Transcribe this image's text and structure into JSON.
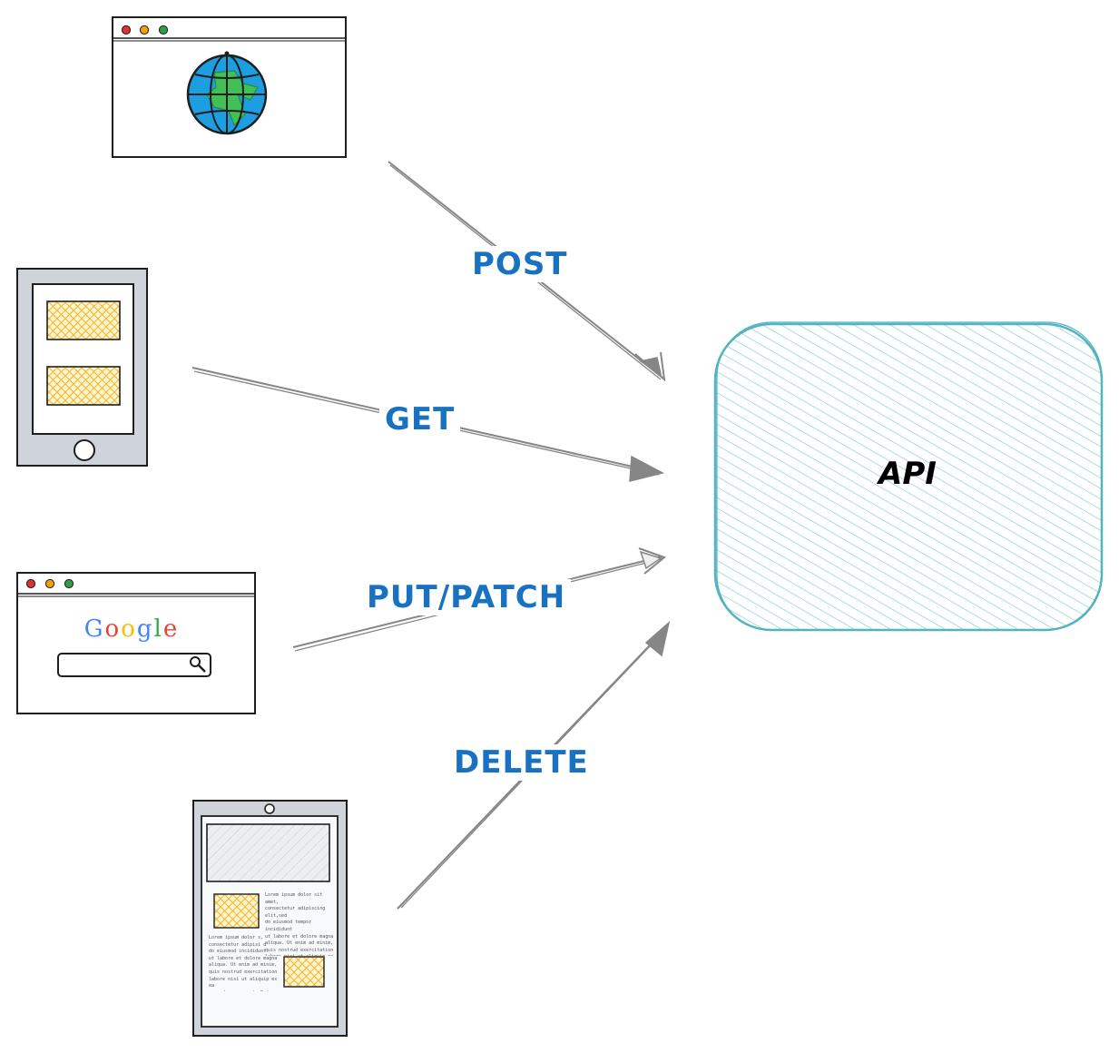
{
  "diagram": {
    "api_label": "API",
    "arrows": [
      {
        "method": "POST"
      },
      {
        "method": "GET"
      },
      {
        "method": "PUT/PATCH"
      },
      {
        "method": "DELETE"
      }
    ],
    "clients": {
      "browser_globe": {
        "icon": "globe-icon"
      },
      "phone": {
        "icon": "phone-icon"
      },
      "browser_google": {
        "logo_letters": [
          "G",
          "o",
          "o",
          "g",
          "l",
          "e"
        ],
        "logo_colors": [
          "#4285f4",
          "#ea4335",
          "#fbbc05",
          "#4285f4",
          "#34a853",
          "#ea4335"
        ],
        "icon": "search-icon"
      },
      "tablet": {
        "text_right": "Lorem ipsum dolor sit amet,\nconsectetur adipiscing elit,sed\ndo eiusmod tempor incididunt\nut labore et dolore magna\naliqua. Ut enim ad minim,\nquis nostrud exercitation\nlabore nisi ut aliquip ex ea\ncommodo consequat. Duis aute\nirure dolor in reprehenderit",
        "text_left": "Lorem ipsum dolor s,\nconsectetur adipisi d\ndo eiusmod incididunt\nut labore et dolore magna\naliqua. Ut enim ad minim,\nquis nostrud exercitation\nlabore nisi ut aliquip ex ea\ncommodo consequat. Duis aute"
      }
    },
    "colors": {
      "label": "#1971c2",
      "arrow": "#868686",
      "api_stroke": "#53b3be",
      "api_hatch": "#7dcbd3",
      "highlight_fill": "#ffd96b",
      "highlight_stroke": "#f0a500"
    }
  }
}
